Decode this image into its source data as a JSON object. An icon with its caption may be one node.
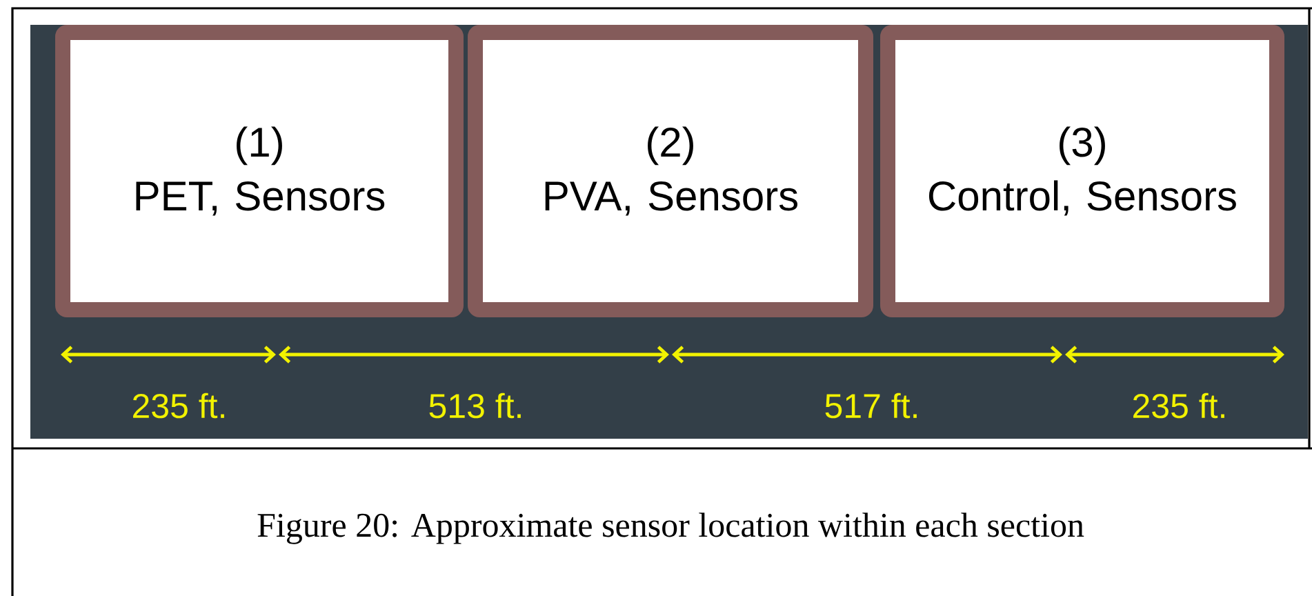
{
  "diagram": {
    "caption": "Figure 20: Approximate sensor location within each section",
    "nodes": [
      {
        "text": [
          "(1)",
          "PET, Sensors"
        ]
      },
      {
        "text": [
          "(2)",
          "PVA, Sensors"
        ]
      },
      {
        "text": [
          "(3)",
          "Control, Sensors"
        ]
      }
    ],
    "labels": [
      "235 ft.",
      "513 ft.",
      "517 ft.",
      "235 ft."
    ]
  }
}
